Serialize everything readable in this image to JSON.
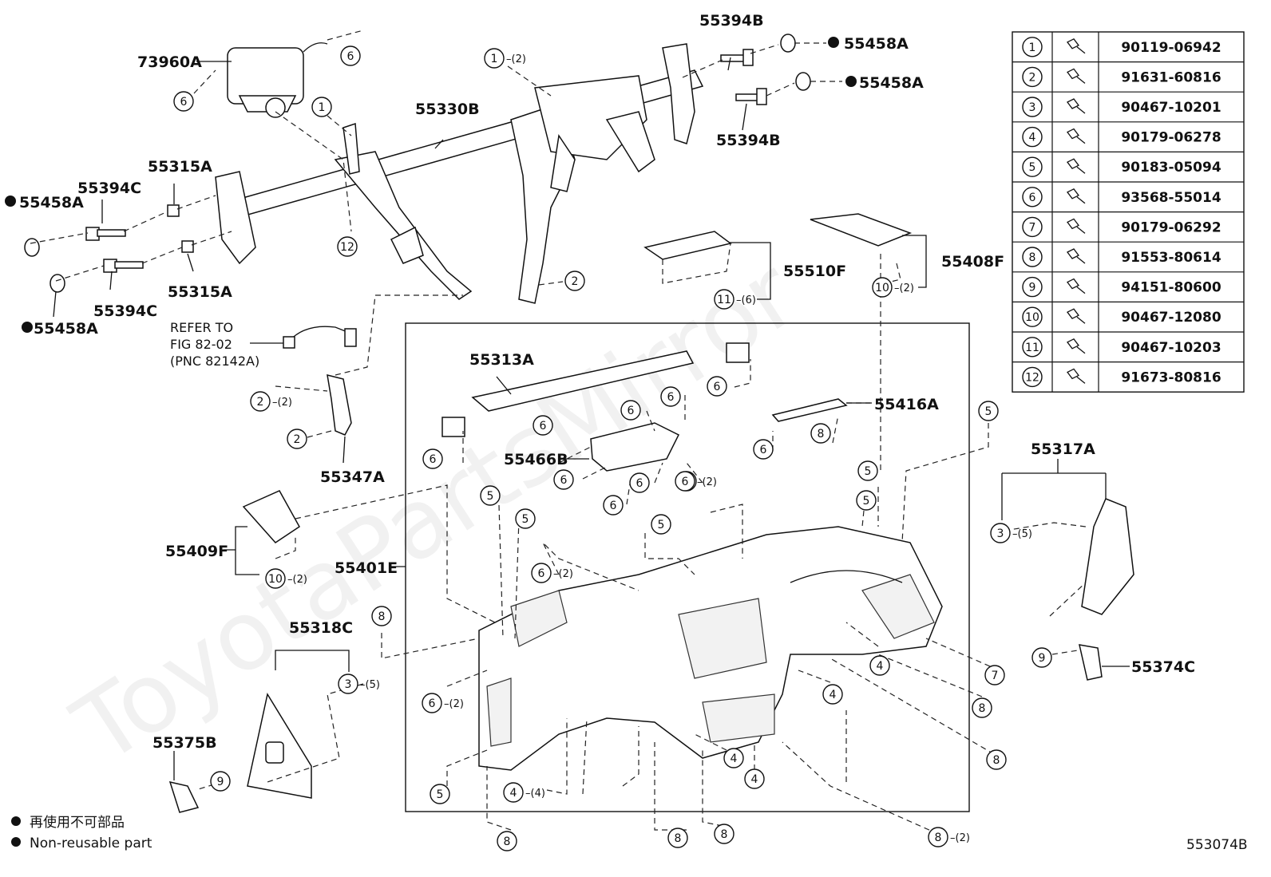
{
  "watermark": "ToyotaPartsMirror",
  "diagram_id": "553074B",
  "legend": {
    "line1": "再使用不可部品",
    "line2": "Non-reusable part"
  },
  "parts_table": [
    {
      "ref": "1",
      "part_no": "90119-06942"
    },
    {
      "ref": "2",
      "part_no": "91631-60816"
    },
    {
      "ref": "3",
      "part_no": "90467-10201"
    },
    {
      "ref": "4",
      "part_no": "90179-06278"
    },
    {
      "ref": "5",
      "part_no": "90183-05094"
    },
    {
      "ref": "6",
      "part_no": "93568-55014"
    },
    {
      "ref": "7",
      "part_no": "90179-06292"
    },
    {
      "ref": "8",
      "part_no": "91553-80614"
    },
    {
      "ref": "9",
      "part_no": "94151-80600"
    },
    {
      "ref": "10",
      "part_no": "90467-12080"
    },
    {
      "ref": "11",
      "part_no": "90467-10203"
    },
    {
      "ref": "12",
      "part_no": "91673-80816"
    }
  ],
  "labels": {
    "p73960A": "73960A",
    "p55394B_top": "55394B",
    "p55458A_r1": "55458A",
    "p55458A_r2": "55458A",
    "p55394B_mid": "55394B",
    "p55330B": "55330B",
    "p55315A_top": "55315A",
    "p55394C_top": "55394C",
    "p55458A_l1": "55458A",
    "p55315A_bot": "55315A",
    "p55394C_bot": "55394C",
    "p55458A_l2": "55458A",
    "p55510F": "55510F",
    "p55408F": "55408F",
    "p55313A": "55313A",
    "p55416A": "55416A",
    "p55466B": "55466B",
    "p55347A": "55347A",
    "p55317A": "55317A",
    "p55409F": "55409F",
    "p55401E": "55401E",
    "p55318C": "55318C",
    "p55374C": "55374C",
    "p55375B": "55375B",
    "refer1": "REFER TO",
    "refer2": "FIG 82-02",
    "refer3": "(PNC 82142A)"
  },
  "callouts": [
    {
      "n": "6",
      "q": ""
    },
    {
      "n": "6",
      "q": ""
    },
    {
      "n": "1",
      "q": "(2)"
    },
    {
      "n": "1",
      "q": ""
    },
    {
      "n": "12",
      "q": ""
    },
    {
      "n": "2",
      "q": ""
    },
    {
      "n": "11",
      "q": "(6)"
    },
    {
      "n": "10",
      "q": "(2)"
    },
    {
      "n": "2",
      "q": "(2)"
    },
    {
      "n": "2",
      "q": ""
    },
    {
      "n": "6",
      "q": ""
    },
    {
      "n": "6",
      "q": ""
    },
    {
      "n": "6",
      "q": ""
    },
    {
      "n": "6",
      "q": ""
    },
    {
      "n": "6",
      "q": ""
    },
    {
      "n": "6",
      "q": ""
    },
    {
      "n": "6",
      "q": ""
    },
    {
      "n": "6",
      "q": ""
    },
    {
      "n": "6",
      "q": "(2)"
    },
    {
      "n": "6",
      "q": ""
    },
    {
      "n": "6",
      "q": ""
    },
    {
      "n": "8",
      "q": ""
    },
    {
      "n": "5",
      "q": ""
    },
    {
      "n": "5",
      "q": ""
    },
    {
      "n": "5",
      "q": ""
    },
    {
      "n": "5",
      "q": ""
    },
    {
      "n": "5",
      "q": ""
    },
    {
      "n": "5",
      "q": ""
    },
    {
      "n": "6",
      "q": "(2)"
    },
    {
      "n": "10",
      "q": "(2)"
    },
    {
      "n": "3",
      "q": "(5)"
    },
    {
      "n": "8",
      "q": ""
    },
    {
      "n": "4",
      "q": ""
    },
    {
      "n": "7",
      "q": ""
    },
    {
      "n": "8",
      "q": ""
    },
    {
      "n": "4",
      "q": ""
    },
    {
      "n": "6",
      "q": "(2)"
    },
    {
      "n": "3",
      "q": "(5)"
    },
    {
      "n": "9",
      "q": ""
    },
    {
      "n": "8",
      "q": ""
    },
    {
      "n": "4",
      "q": ""
    },
    {
      "n": "4",
      "q": ""
    },
    {
      "n": "5",
      "q": ""
    },
    {
      "n": "4",
      "q": "(4)"
    },
    {
      "n": "9",
      "q": ""
    },
    {
      "n": "8",
      "q": ""
    },
    {
      "n": "8",
      "q": ""
    },
    {
      "n": "8",
      "q": ""
    },
    {
      "n": "8",
      "q": "(2)"
    }
  ]
}
